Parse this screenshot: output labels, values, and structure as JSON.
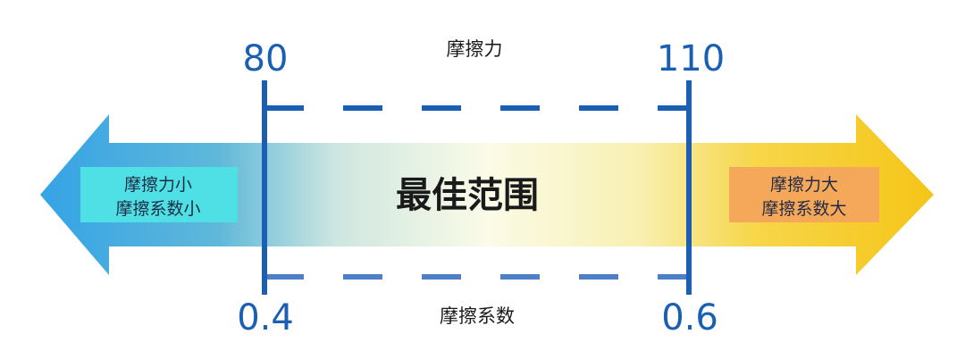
{
  "scale": {
    "force": {
      "label": "摩擦力",
      "low_value": "80",
      "high_value": "110"
    },
    "coefficient": {
      "label": "摩擦系数",
      "low_value": "0.4",
      "high_value": "0.6"
    },
    "optimal_range_label": "最佳范围"
  },
  "low_side": {
    "line1": "摩擦力小",
    "line2": "摩擦系数小",
    "box_color": "#4fe0e6"
  },
  "high_side": {
    "line1": "摩擦力大",
    "line2": "摩擦系数大",
    "box_color": "#f6a85a"
  },
  "colors": {
    "marker_blue": "#1a5fb4",
    "arrow_left": "#3aa8e8",
    "arrow_right": "#f6c21a"
  }
}
